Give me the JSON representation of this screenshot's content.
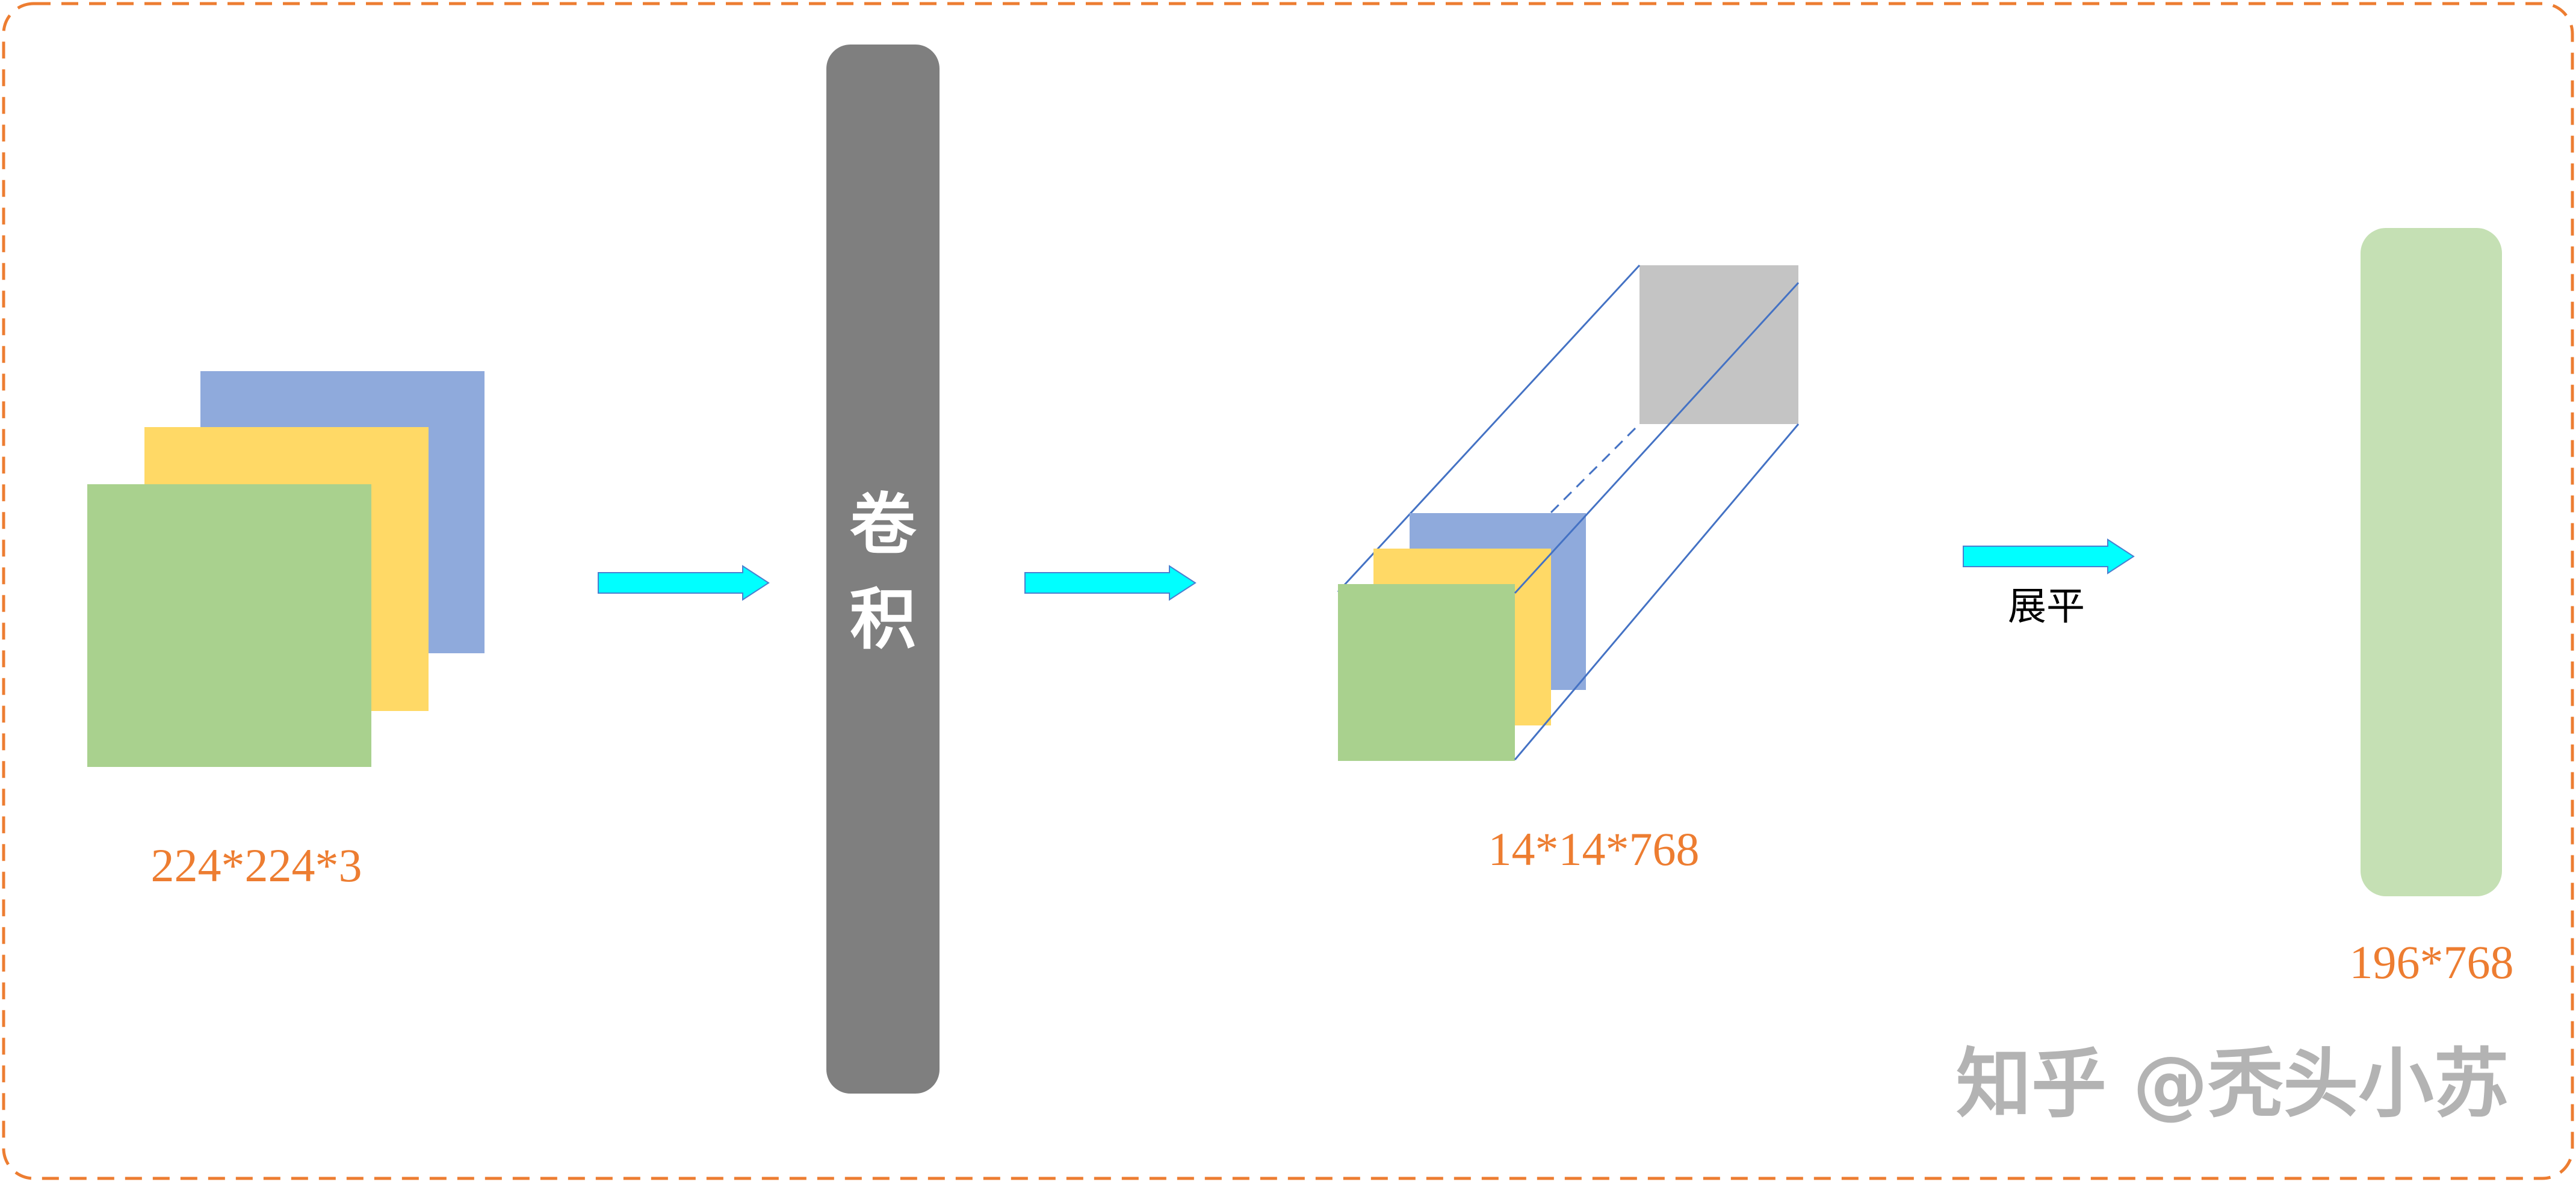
{
  "labels": {
    "input_shape": "224*224*3",
    "conv_char_1": "卷",
    "conv_char_2": "积",
    "feature_shape": "14*14*768",
    "flatten": "展平",
    "output_shape": "196*768"
  },
  "watermark": "知乎 @秃头小苏",
  "colors": {
    "border": "#ed7d31",
    "label_text": "#ed7d31",
    "channel_green": "#a9d18e",
    "channel_yellow": "#ffd966",
    "channel_blue": "#8faadc",
    "conv_block": "#7f7f7f",
    "back_face": "#c4c4c4",
    "arrow": "#00ffff",
    "token_bar": "#c5e0b4",
    "edges": "#4472c4"
  }
}
